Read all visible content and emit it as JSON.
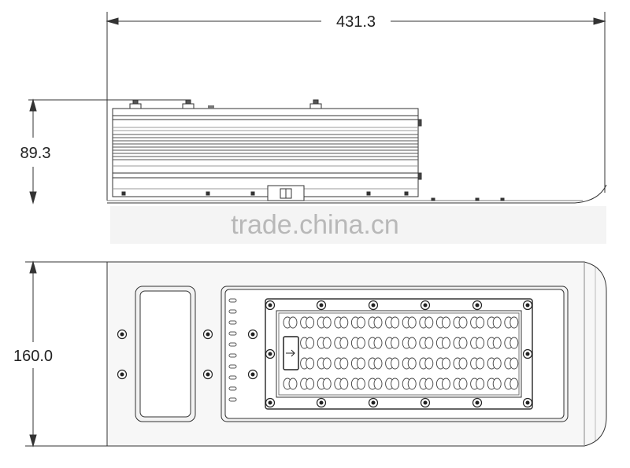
{
  "dimensions": {
    "overall_length": "431.3",
    "side_height": "89.3",
    "top_width": "160.0"
  },
  "watermark": "trade.china.cn",
  "colors": {
    "line": "#333333",
    "light_line": "#888888",
    "panel_fill": "#f2f2f2",
    "watermark": "#b8b8b8"
  },
  "icons": {
    "screw": "circle-cross",
    "arrow": "right-arrow"
  }
}
